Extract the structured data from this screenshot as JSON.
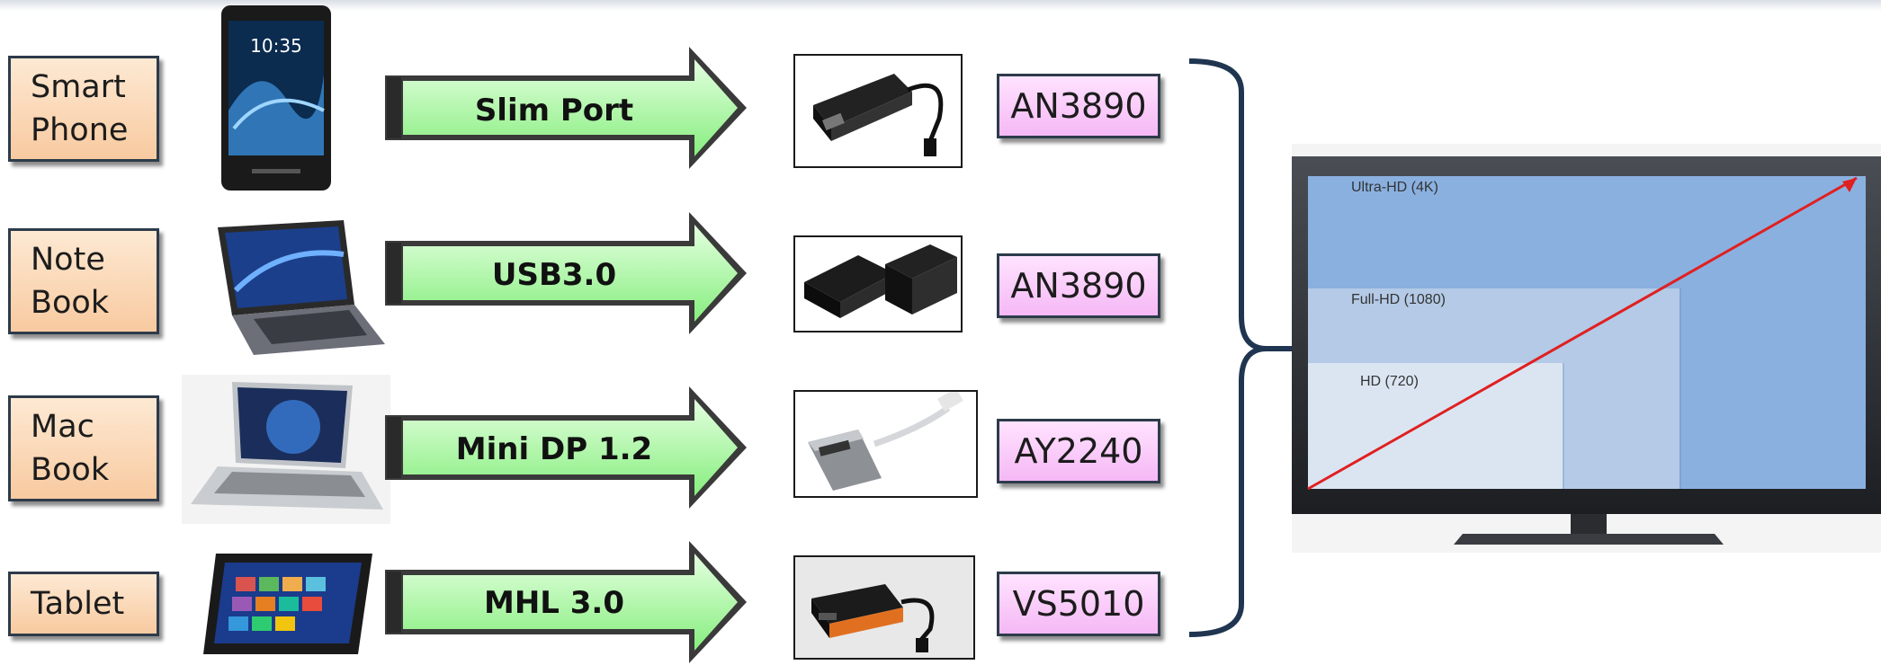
{
  "rows": [
    {
      "device": "Smart\nPhone",
      "interface": "Slim Port",
      "chip": "AN3890"
    },
    {
      "device": "Note\nBook",
      "interface": "USB3.0",
      "chip": "AN3890"
    },
    {
      "device": "Mac\nBook",
      "interface": "Mini DP 1.2",
      "chip": "AY2240"
    },
    {
      "device": "Tablet",
      "interface": "MHL 3.0",
      "chip": "VS5010"
    }
  ],
  "resolutions": {
    "uhd": "Ultra-HD (4K)",
    "fhd": "Full-HD (1080)",
    "hd": "HD (720)"
  },
  "colors": {
    "device_box": "#f8caa0",
    "arrow_fill": "#b9f7b3",
    "chip_box": "#f5b8f5",
    "brace": "#1f3550",
    "uhd": "#8ab0e0",
    "fhd": "#b4cae6",
    "hd": "#dbe5f2",
    "diagonal": "#e02020"
  },
  "icons": [
    "smartphone-icon",
    "laptop-icon",
    "macbook-icon",
    "tablet-icon",
    "slimport-adapter-icon",
    "usb3-adapter-icon",
    "minidp-adapter-icon",
    "mhl-adapter-icon",
    "tv-icon"
  ]
}
